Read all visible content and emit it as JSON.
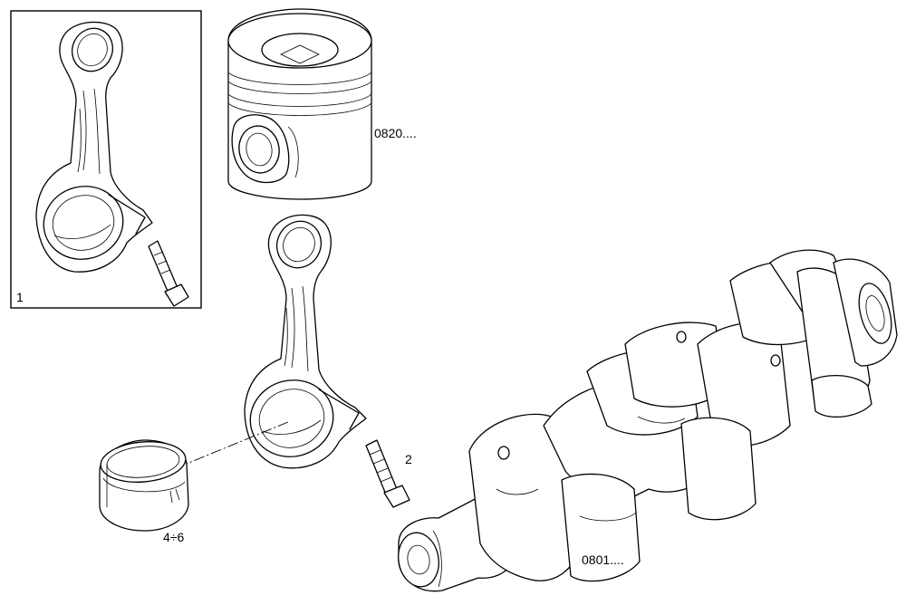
{
  "callouts": {
    "inset_kit": "1",
    "bolt": "2",
    "bearing_shells": "4÷6",
    "piston_ref": "0820....",
    "crankshaft_ref": "0801...."
  }
}
